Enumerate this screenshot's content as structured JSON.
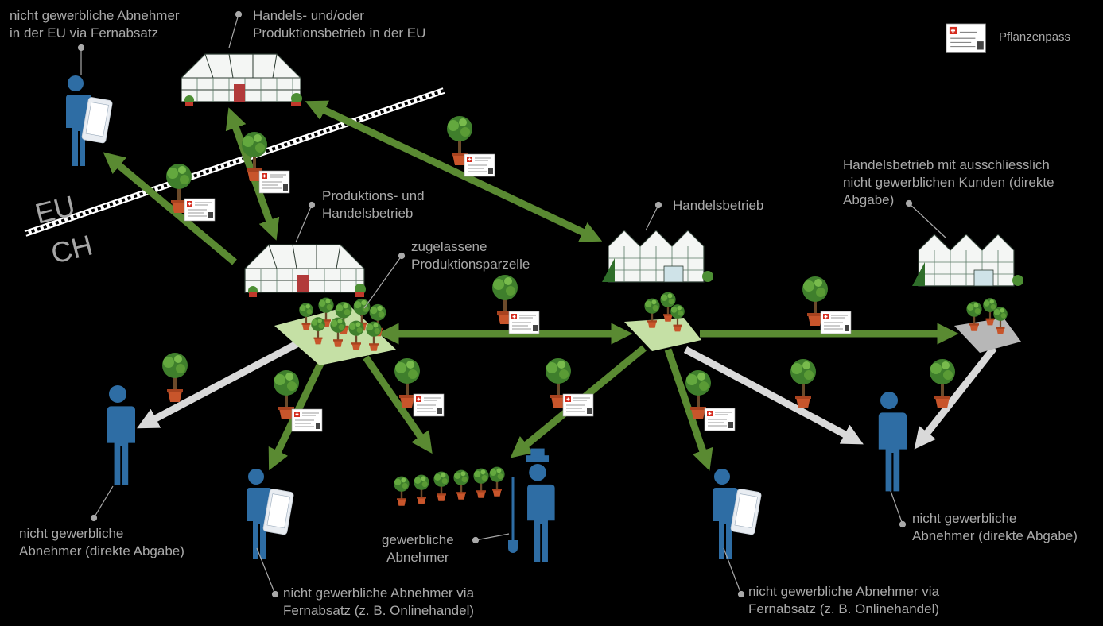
{
  "labels": {
    "eu_customer_remote": [
      "nicht gewerbliche Abnehmer",
      "in der EU via Fernabsatz"
    ],
    "eu_business": [
      "Handels- und/oder",
      "Produktionsbetrieb in der EU"
    ],
    "production_trade": [
      "Produktions- und",
      "Handelsbetrieb"
    ],
    "approved_parcel": [
      "zugelassene",
      "Produktionsparzelle"
    ],
    "trade_business": "Handelsbetrieb",
    "trade_private_only": [
      "Handelsbetrieb mit ausschliesslich",
      "nicht gewerblichen Kunden (direkte",
      "Abgabe)"
    ],
    "private_direct_left": [
      "nicht gewerbliche",
      "Abnehmer (direkte Abgabe)"
    ],
    "private_remote_left": [
      "nicht gewerbliche Abnehmer via",
      "Fernabsatz (z. B. Onlinehandel)"
    ],
    "commercial": [
      "gewerbliche",
      "Abnehmer"
    ],
    "private_remote_right": [
      "nicht gewerbliche Abnehmer via",
      "Fernabsatz (z. B. Onlinehandel)"
    ],
    "private_direct_right": [
      "nicht gewerbliche",
      "Abnehmer (direkte Abgabe)"
    ]
  },
  "legend": {
    "label": "Pflanzenpass"
  },
  "border": {
    "upper": "EU",
    "lower": "CH"
  },
  "colors": {
    "green_arrow": "#5a8a32",
    "grey_arrow": "#d9d9d9",
    "person": "#2e6da4",
    "parcel": "#c5e0a5"
  }
}
